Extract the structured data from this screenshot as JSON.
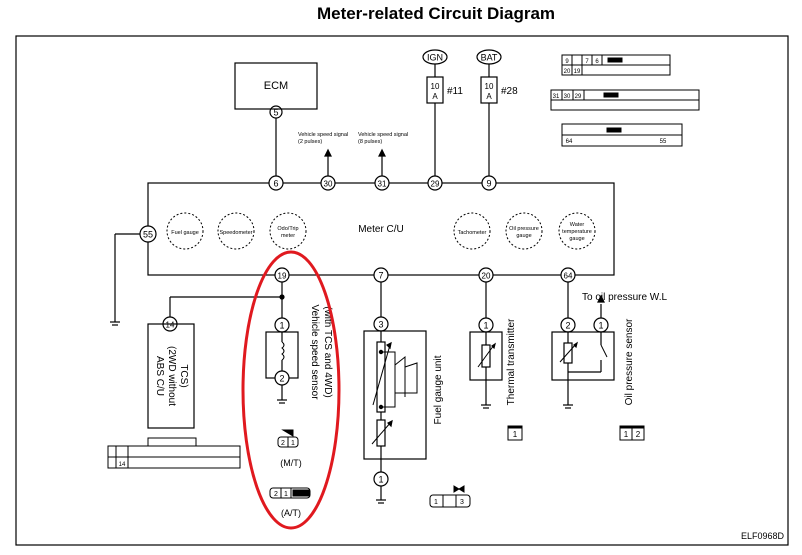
{
  "title": "Meter-related Circuit Diagram",
  "ecm": "ECM",
  "ign": "IGN",
  "bat": "BAT",
  "fuse_amp": "10",
  "fuse_unit": "A",
  "fuse_ign": "#11",
  "fuse_bat": "#28",
  "vss_2": "Vehicle speed signal\n(2 pulses)",
  "vss_8": "Vehicle speed signal\n(8 pulses)",
  "meter_cu": "Meter C/U",
  "gauges": {
    "fuel": "Fuel gauge",
    "speedo": "Speedometer",
    "odo": "Odo/Trip\nmeter",
    "tacho": "Tachometer",
    "oilp": "Oil pressure\ngauge",
    "water": "Water\ntemperature\ngauge"
  },
  "pins": {
    "ecm5": "5",
    "m6": "6",
    "m30": "30",
    "m31": "31",
    "m29": "29",
    "m9": "9",
    "m55": "55",
    "m19": "19",
    "m7": "7",
    "m20": "20",
    "m64": "64",
    "abs14": "14",
    "vss1": "1",
    "vss2": "2",
    "fg3": "3",
    "fg1": "1",
    "th1": "1",
    "op2": "2",
    "op1": "1"
  },
  "abs_label": "ABS C/U\n(2WD without\nTCS)",
  "vss_label": "Vehicle speed sensor\n(with TCS and 4WD)",
  "fuel_unit": "Fuel gauge unit",
  "thermal": "Thermal transmitter",
  "oil_sensor": "Oil pressure sensor",
  "oil_wl": "To oil pressure W.L",
  "mt": "(M/T)",
  "at": "(A/T)",
  "conn": {
    "top1_a": "9",
    "top1_b": "7",
    "top1_c": "6",
    "top1_d": "20",
    "top1_e": "19",
    "top2_a": "31",
    "top2_b": "30",
    "top2_c": "29",
    "top3_a": "64",
    "top3_b": "55",
    "abs": "14",
    "vss_mt": "2",
    "vss_mt2": "1",
    "vss_at": "2",
    "vss_at2": "1",
    "fg_a": "1",
    "fg_b": "3",
    "th": "1",
    "op_a": "1",
    "op_b": "2"
  },
  "code": "ELF0968D",
  "highlight_color": "#e0191f"
}
